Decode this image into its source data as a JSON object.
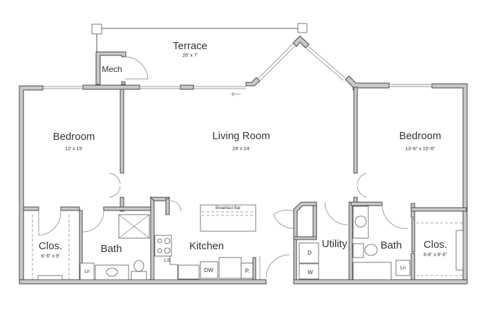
{
  "rooms": {
    "terrace": {
      "name": "Terrace",
      "size": "26' x 7'"
    },
    "mech": {
      "name": "Mech"
    },
    "bedroom_left": {
      "name": "Bedroom",
      "size": "12' x 15'"
    },
    "living_room": {
      "name": "Living Room",
      "size": "29' x 14'"
    },
    "bedroom_right": {
      "name": "Bedroom",
      "size": "13'-6\" x 15'-6\""
    },
    "closet_left": {
      "name": "Clos.",
      "size": "6'-6\" x 9'"
    },
    "bath_left": {
      "name": "Bath"
    },
    "kitchen": {
      "name": "Kitchen"
    },
    "utility": {
      "name": "Utility"
    },
    "bath_right": {
      "name": "Bath"
    },
    "closet_right": {
      "name": "Clos.",
      "size": "6-6\" x 8'-6\""
    }
  },
  "fixtures": {
    "breakfast_bar": "Breakfast Bar",
    "linen_left": "Ln",
    "linen_right": "Ln",
    "lazy_susan": "LS",
    "dishwasher": "DW",
    "pantry": "P.",
    "dryer": "D",
    "washer": "W"
  }
}
